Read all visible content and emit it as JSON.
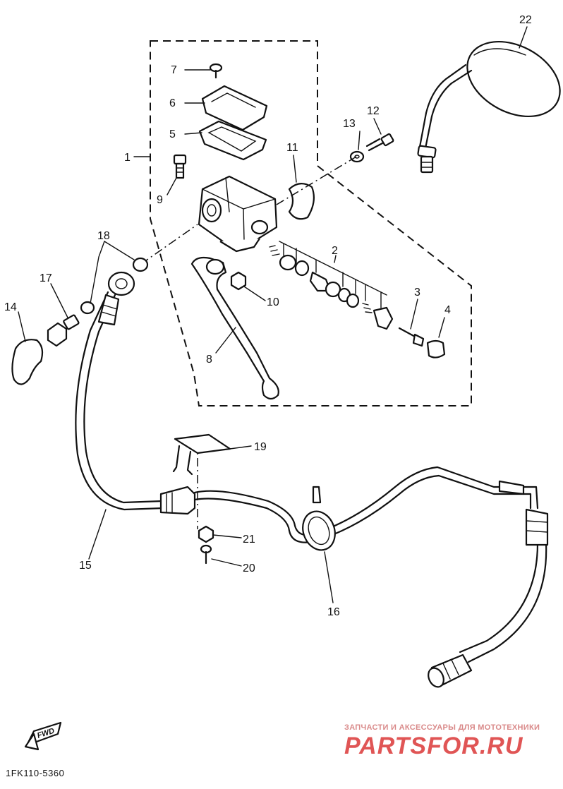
{
  "diagram": {
    "callouts": [
      {
        "id": "p1",
        "label": "1"
      },
      {
        "id": "p2",
        "label": "2"
      },
      {
        "id": "p3",
        "label": "3"
      },
      {
        "id": "p4",
        "label": "4"
      },
      {
        "id": "p5",
        "label": "5"
      },
      {
        "id": "p6",
        "label": "6"
      },
      {
        "id": "p7",
        "label": "7"
      },
      {
        "id": "p8",
        "label": "8"
      },
      {
        "id": "p9",
        "label": "9"
      },
      {
        "id": "p10",
        "label": "10"
      },
      {
        "id": "p11",
        "label": "11"
      },
      {
        "id": "p12",
        "label": "12"
      },
      {
        "id": "p13",
        "label": "13"
      },
      {
        "id": "p14",
        "label": "14"
      },
      {
        "id": "p15",
        "label": "15"
      },
      {
        "id": "p16",
        "label": "16"
      },
      {
        "id": "p17",
        "label": "17"
      },
      {
        "id": "p18",
        "label": "18"
      },
      {
        "id": "p19",
        "label": "19"
      },
      {
        "id": "p20",
        "label": "20"
      },
      {
        "id": "p21",
        "label": "21"
      },
      {
        "id": "p22",
        "label": "22"
      }
    ],
    "forward_arrow": "FWD",
    "drawing_code": "1FK110-5360"
  },
  "watermark": {
    "tagline": "ЗАПЧАСТИ И АКСЕССУАРЫ ДЛЯ МОТОТЕХНИКИ",
    "logo": "PARTSFOR.RU",
    "color": "#e05555"
  }
}
